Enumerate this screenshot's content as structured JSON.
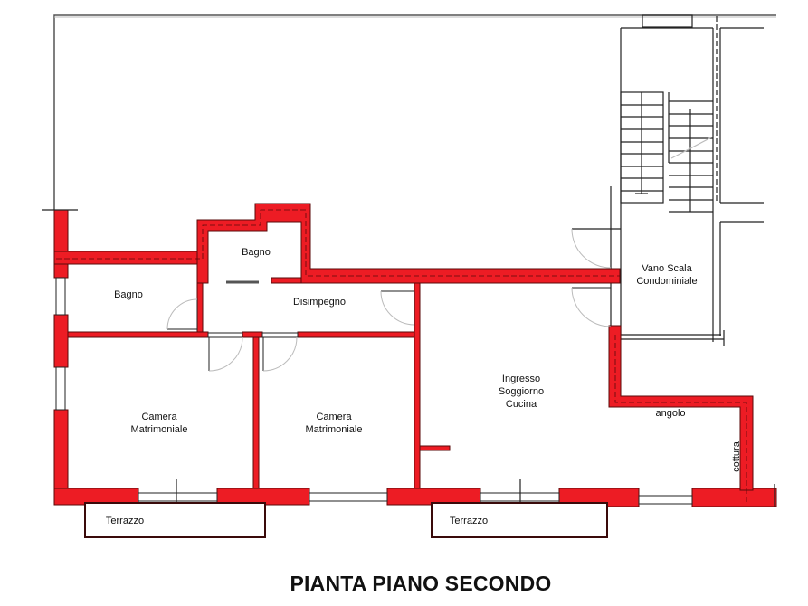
{
  "title": "PIANTA PIANO SECONDO",
  "colors": {
    "wall": "#ed1c24",
    "wall_outline": "#5a0a0a",
    "line": "#222222",
    "door_arc": "#bbbbbb",
    "background": "#ffffff"
  },
  "rooms": {
    "bagno_1": {
      "label": "Bagno"
    },
    "bagno_2": {
      "label": "Bagno"
    },
    "disimpegno": {
      "label": "Disimpegno"
    },
    "camera_1": {
      "line1": "Camera",
      "line2": "Matrimoniale"
    },
    "camera_2": {
      "line1": "Camera",
      "line2": "Matrimoniale"
    },
    "soggiorno": {
      "line1": "Ingresso",
      "line2": "Soggiorno",
      "line3": "Cucina"
    },
    "vano_scala": {
      "line1": "Vano Scala",
      "line2": "Condominiale"
    },
    "angolo": {
      "label": "angolo"
    },
    "cottura": {
      "label": "cottura"
    },
    "terrazzo_1": {
      "label": "Terrazzo"
    },
    "terrazzo_2": {
      "label": "Terrazzo"
    }
  }
}
